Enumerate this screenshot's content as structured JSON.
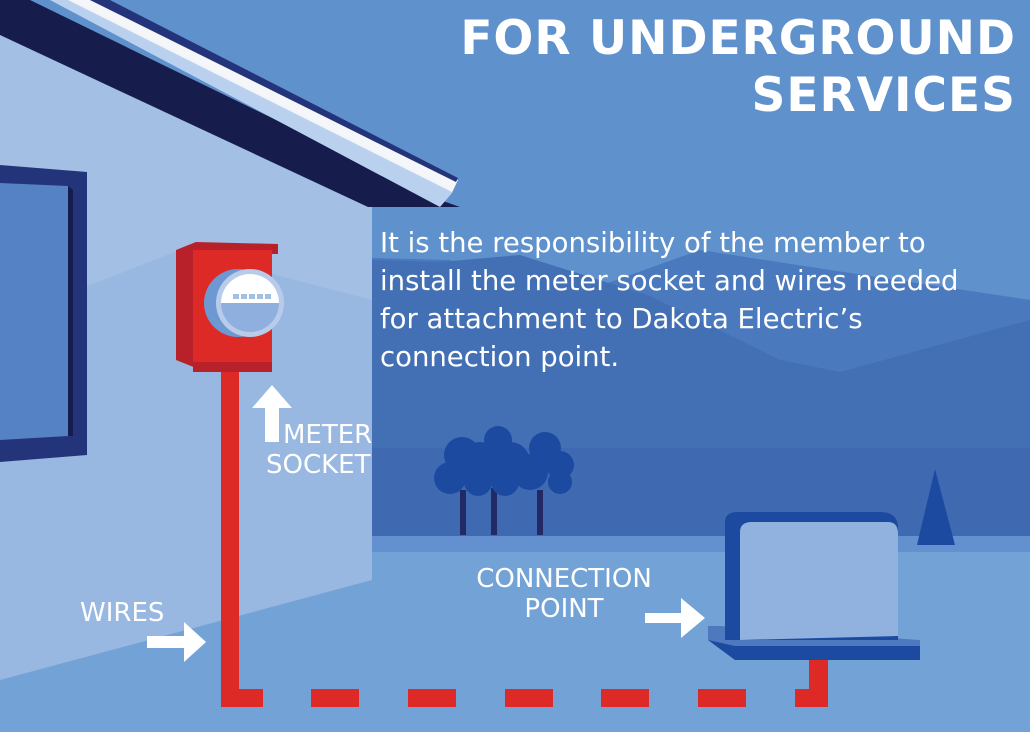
{
  "header": {
    "title_line1": "FOR UNDERGROUND",
    "title_line2": "SERVICES"
  },
  "description": "It is the responsibility of the member to install the meter socket and wires needed for attachment to Dakota Electric’s connection point.",
  "labels": {
    "meter_line1": "METER",
    "meter_line2": "SOCKET",
    "wires": "WIRES",
    "connection": "CONNECTION POINT"
  },
  "colors": {
    "sky": "#5f91cc",
    "house_wall": "#a3bfe4",
    "roof_dark": "#161c4c",
    "meter_red": "#de2a26",
    "wire_red": "#de2a26",
    "ground": "#73a3d6",
    "transformer_blue": "#1c4aa0",
    "text": "#ffffff"
  }
}
